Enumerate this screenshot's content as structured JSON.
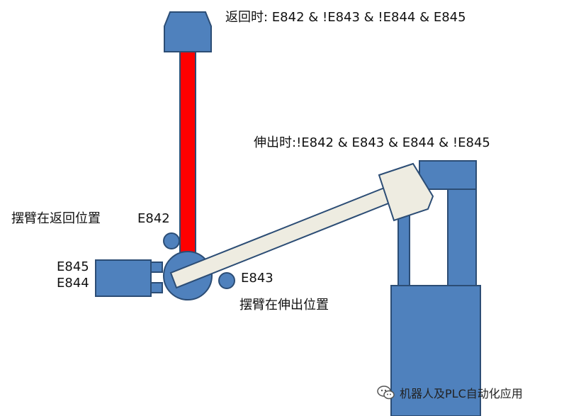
{
  "labels": {
    "return_condition": "返回时: E842 & !E843 & !E844 & E845",
    "extend_condition": "伸出时:!E842 & E843 & E844 & !E845",
    "arm_return_position": "摆臂在返回位置",
    "arm_extend_position": "摆臂在伸出位置",
    "sensor_e842": "E842",
    "sensor_e843": "E843",
    "sensor_e844": "E844",
    "sensor_e845": "E845"
  },
  "watermark": {
    "text": "机器人及PLC自动化应用",
    "icon": "wechat-icon"
  },
  "colors": {
    "machine_blue": "#4f81bd",
    "outline_blue": "#2c4d75",
    "returned_arm_red": "#ff0000",
    "extended_arm_beige": "#eeece1"
  }
}
